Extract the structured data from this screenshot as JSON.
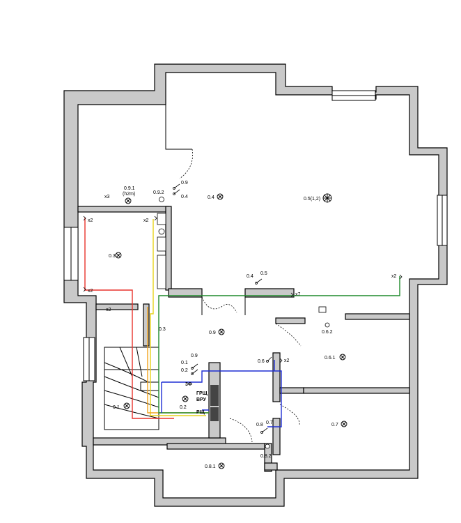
{
  "plan": {
    "labels": {
      "l_0_9_1": "0.9.1",
      "l_h2m": "(h2m)",
      "l_x3": "x3",
      "l_0_9_2": "0.9.2",
      "l_0_9_sw": "0.9",
      "l_0_4_sw": "0.4",
      "l_0_4_lamp": "0.4",
      "l_0_5_lamp": "0.5(1,2)",
      "l_x2_a": "x2",
      "l_x2_b": "x2",
      "l_0_3": "0.3",
      "l_x2_c": "x2",
      "l_x2_d": "x2",
      "l_0_4_sw2": "0.4",
      "l_0_5_sw": "0.5",
      "l_x7": "x7",
      "l_x2_e": "x2",
      "l_0_3_sw": "0.3",
      "l_0_9_lamp": "0.9",
      "l_0_6_2": "0.6.2",
      "l_0_6_1": "0.6.1",
      "l_0_9_sw2": "0.9",
      "l_0_1_sw": "0.1",
      "l_0_2_sw": "0.2",
      "l_0_6_sw": "0.6",
      "l_x2_f": "x2",
      "l_3f": "3Ф",
      "l_grsch": "ГРЩ",
      "l_vru": "ВРУ",
      "l_rshch": "РЩ",
      "l_0_2_lamp": "0.2",
      "l_0_1_lamp": "0.1",
      "l_0_8_sw": "0.8",
      "l_0_7_sw": "0.7",
      "l_0_7_lamp": "0.7",
      "l_0_8_2": "0.8.2",
      "l_0_8_1": "0.8.1"
    },
    "colors": {
      "wall": "#c9c9c9",
      "red": "#e8322c",
      "green": "#1f8a2b",
      "blue": "#1f2fd4",
      "orange": "#f2a21c",
      "yellow": "#e6d21a"
    }
  }
}
